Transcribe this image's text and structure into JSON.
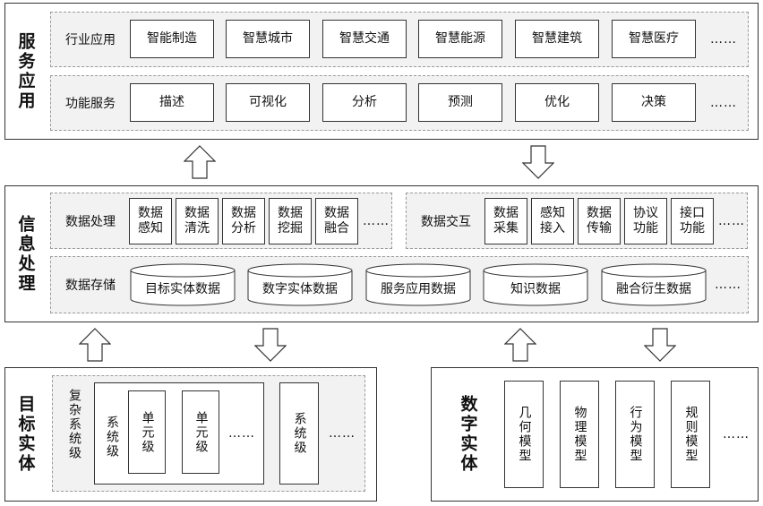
{
  "service": {
    "title": "服务应用",
    "industry": {
      "label": "行业应用",
      "items": [
        "智能制造",
        "智慧城市",
        "智慧交通",
        "智慧能源",
        "智慧建筑",
        "智慧医疗"
      ],
      "more": "……"
    },
    "function": {
      "label": "功能服务",
      "items": [
        "描述",
        "可视化",
        "分析",
        "预测",
        "优化",
        "决策"
      ],
      "more": "……"
    }
  },
  "info": {
    "title": "信息处理",
    "processing": {
      "label": "数据处理",
      "items": [
        "数据\n感知",
        "数据\n清洗",
        "数据\n分析",
        "数据\n挖掘",
        "数据\n融合"
      ],
      "more": "……"
    },
    "interaction": {
      "label": "数据交互",
      "items": [
        "数据\n采集",
        "感知\n接入",
        "数据\n传输",
        "协议\n功能",
        "接口\n功能"
      ],
      "more": "……"
    },
    "storage": {
      "label": "数据存储",
      "items": [
        "目标实体数据",
        "数字实体数据",
        "服务应用数据",
        "知识数据",
        "融合衍生数据"
      ],
      "more": "……"
    }
  },
  "target": {
    "title": "目标实体",
    "complex": "复杂系统级",
    "system1": "系统级",
    "unit1": "单元级",
    "unit2": "单元级",
    "inner_more": "……",
    "system2": "系统级",
    "more": "……"
  },
  "digital": {
    "title": "数字实体",
    "models": [
      "几何模型",
      "物理模型",
      "行为模型",
      "规则模型"
    ],
    "more": "……"
  }
}
